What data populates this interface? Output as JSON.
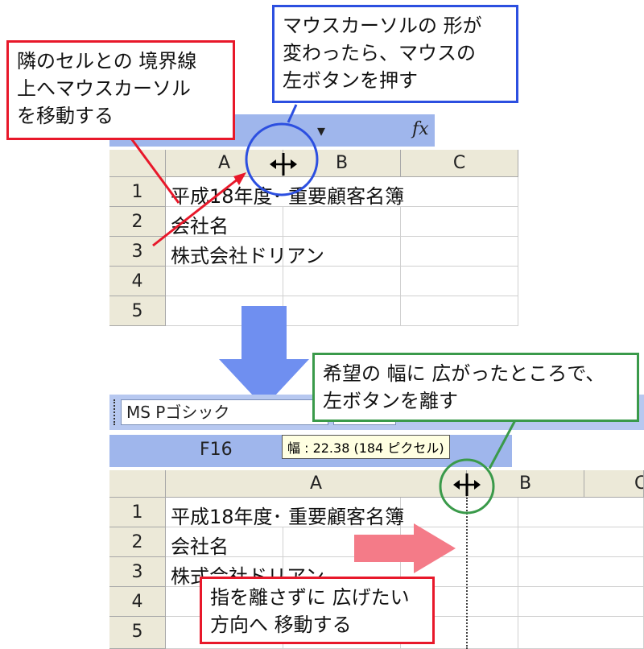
{
  "callouts": {
    "top_left": "隣のセルとの 境界線\n上へマウスカーソル\nを移動する",
    "top_right": "マウスカーソルの 形が\n変わったら、マウスの\n左ボタンを押す",
    "mid_right": "希望の 幅に 広がったところで、\n左ボタンを離す",
    "bottom": "指を離さずに 広げたい\n方向へ 移動する"
  },
  "top_sheet": {
    "fx_label": "fx",
    "dropdown_arrow": "▾",
    "columns": [
      "A",
      "B",
      "C"
    ],
    "rows": [
      "1",
      "2",
      "3",
      "4",
      "5"
    ],
    "cells": [
      "平成18年度･ 重要顧客名簿",
      "会社名",
      "株式会社ドリアン",
      "",
      ""
    ]
  },
  "bottom_sheet": {
    "font_name": "MS Pゴシック",
    "name_box": "F16",
    "tooltip": "幅 : 22.38 (184 ピクセル)",
    "columns": [
      "A",
      "B",
      "C"
    ],
    "rows": [
      "1",
      "2",
      "3",
      "4",
      "5"
    ],
    "cells": [
      "平成18年度･ 重要顧客名簿",
      "会社名",
      "株式会社ドリアン",
      "",
      ""
    ]
  },
  "colors": {
    "red": "#e8182a",
    "blue": "#2c4fe0",
    "green": "#3a9a4a",
    "arrow_blue": "#6f8ff0",
    "arrow_pink": "#f47b88"
  },
  "icons": [
    "resize-cursor-icon",
    "down-arrow-icon",
    "right-arrow-icon"
  ]
}
